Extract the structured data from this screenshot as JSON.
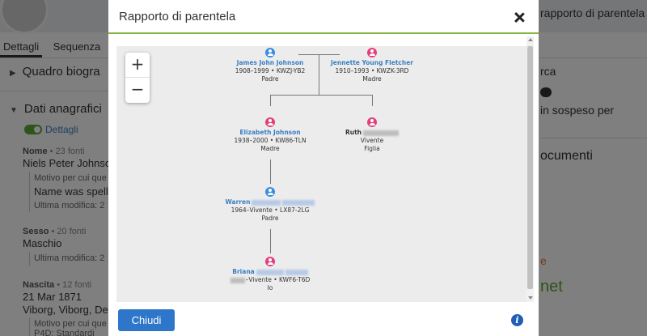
{
  "background": {
    "top_right_text": "rapporto di parentela",
    "tabs": [
      "Dettagli",
      "Sequenza"
    ],
    "sections": [
      {
        "label": "Quadro biogra"
      },
      {
        "label": "Dati anagrafici"
      }
    ],
    "details_toggle_label": "Dettagli",
    "name": {
      "label": "Nome",
      "count": "23 fonti",
      "value": "Niels Peter Johnso",
      "reason_label": "Motivo per cui que",
      "reason_value": "Name was spelle",
      "modified": "Ultima modifica: 2"
    },
    "sex": {
      "label": "Sesso",
      "count": "20 fonti",
      "value": "Maschio",
      "modified": "Ultima modifica: 2"
    },
    "birth": {
      "label": "Nascita",
      "count": "12 fonti",
      "date": "21 Mar 1871",
      "place": "Viborg, Viborg, De",
      "reason_label": "Motivo per cui que",
      "extra": "P4D: Standardi"
    },
    "right_panel": {
      "line1": "rca",
      "line2": "in sospeso per",
      "line3": "ocumenti",
      "line4": "e",
      "line5": "net"
    }
  },
  "modal": {
    "title": "Rapporto di parentela",
    "zoom_in": "+",
    "zoom_out": "−",
    "close_button": "Chiudi",
    "info_icon": "i"
  },
  "tree": {
    "father": {
      "name": "James John Johnson",
      "dates": "1908–1999 • KWZJ-YB2",
      "role": "Padre",
      "gender": "male"
    },
    "mother": {
      "name": "Jennette Young Fletcher",
      "dates": "1910–1993 • KWZK-3RD",
      "role": "Madre",
      "gender": "female"
    },
    "elizabeth": {
      "name": "Elizabeth Johnson",
      "dates": "1938–2000 • KW86-TLN",
      "role": "Madre",
      "gender": "female"
    },
    "ruth": {
      "name": "Ruth",
      "dates": "Vivente",
      "role": "Figlia",
      "gender": "female"
    },
    "warren": {
      "name": "Warren",
      "dates": "1964–Vivente • LX87-2LG",
      "role": "Padre",
      "gender": "male"
    },
    "briana": {
      "name": "Briana",
      "dates": "–Vivente • KWF6-T6D",
      "role": "Io",
      "gender": "female"
    }
  },
  "colors": {
    "accent_green": "#87b640",
    "male": "#3a8de0",
    "female": "#e0417c",
    "primary_button": "#2d76c9",
    "link_blue": "#3a7fc1"
  }
}
